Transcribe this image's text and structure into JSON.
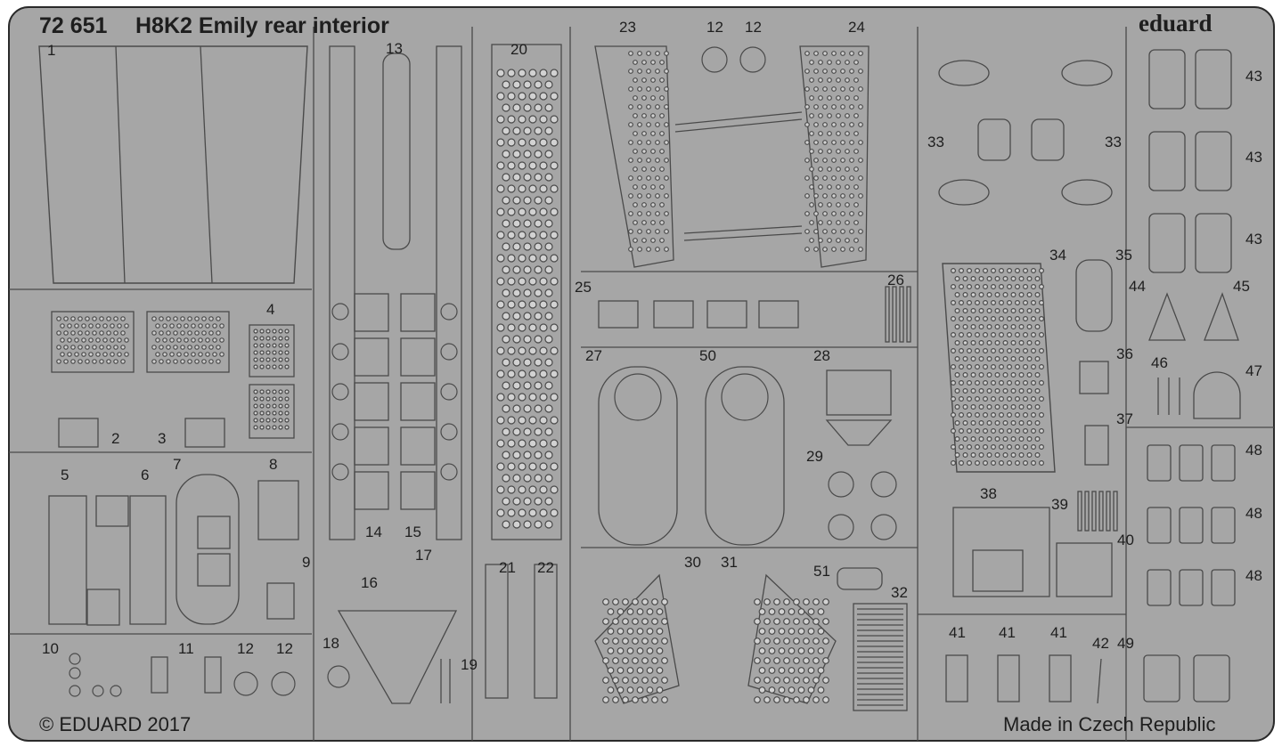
{
  "fret": {
    "set_number": "72 651",
    "title": "H8K2 Emily rear interior",
    "brand": "eduard",
    "copyright": "© EDUARD 2017",
    "origin": "Made in Czech Republic",
    "metal_color": "#a6a6a6",
    "line_color": "#4a4a4a",
    "border_color": "#2a2a2a"
  },
  "part_numbers": [
    "1",
    "2",
    "3",
    "4",
    "5",
    "6",
    "7",
    "8",
    "9",
    "10",
    "11",
    "12",
    "12",
    "12",
    "12",
    "13",
    "14",
    "15",
    "16",
    "17",
    "18",
    "19",
    "20",
    "21",
    "22",
    "23",
    "24",
    "25",
    "26",
    "27",
    "28",
    "29",
    "30",
    "31",
    "32",
    "33",
    "33",
    "34",
    "35",
    "36",
    "37",
    "38",
    "39",
    "40",
    "41",
    "41",
    "41",
    "42",
    "43",
    "43",
    "43",
    "44",
    "45",
    "46",
    "47",
    "48",
    "48",
    "48",
    "49",
    "50",
    "51"
  ]
}
